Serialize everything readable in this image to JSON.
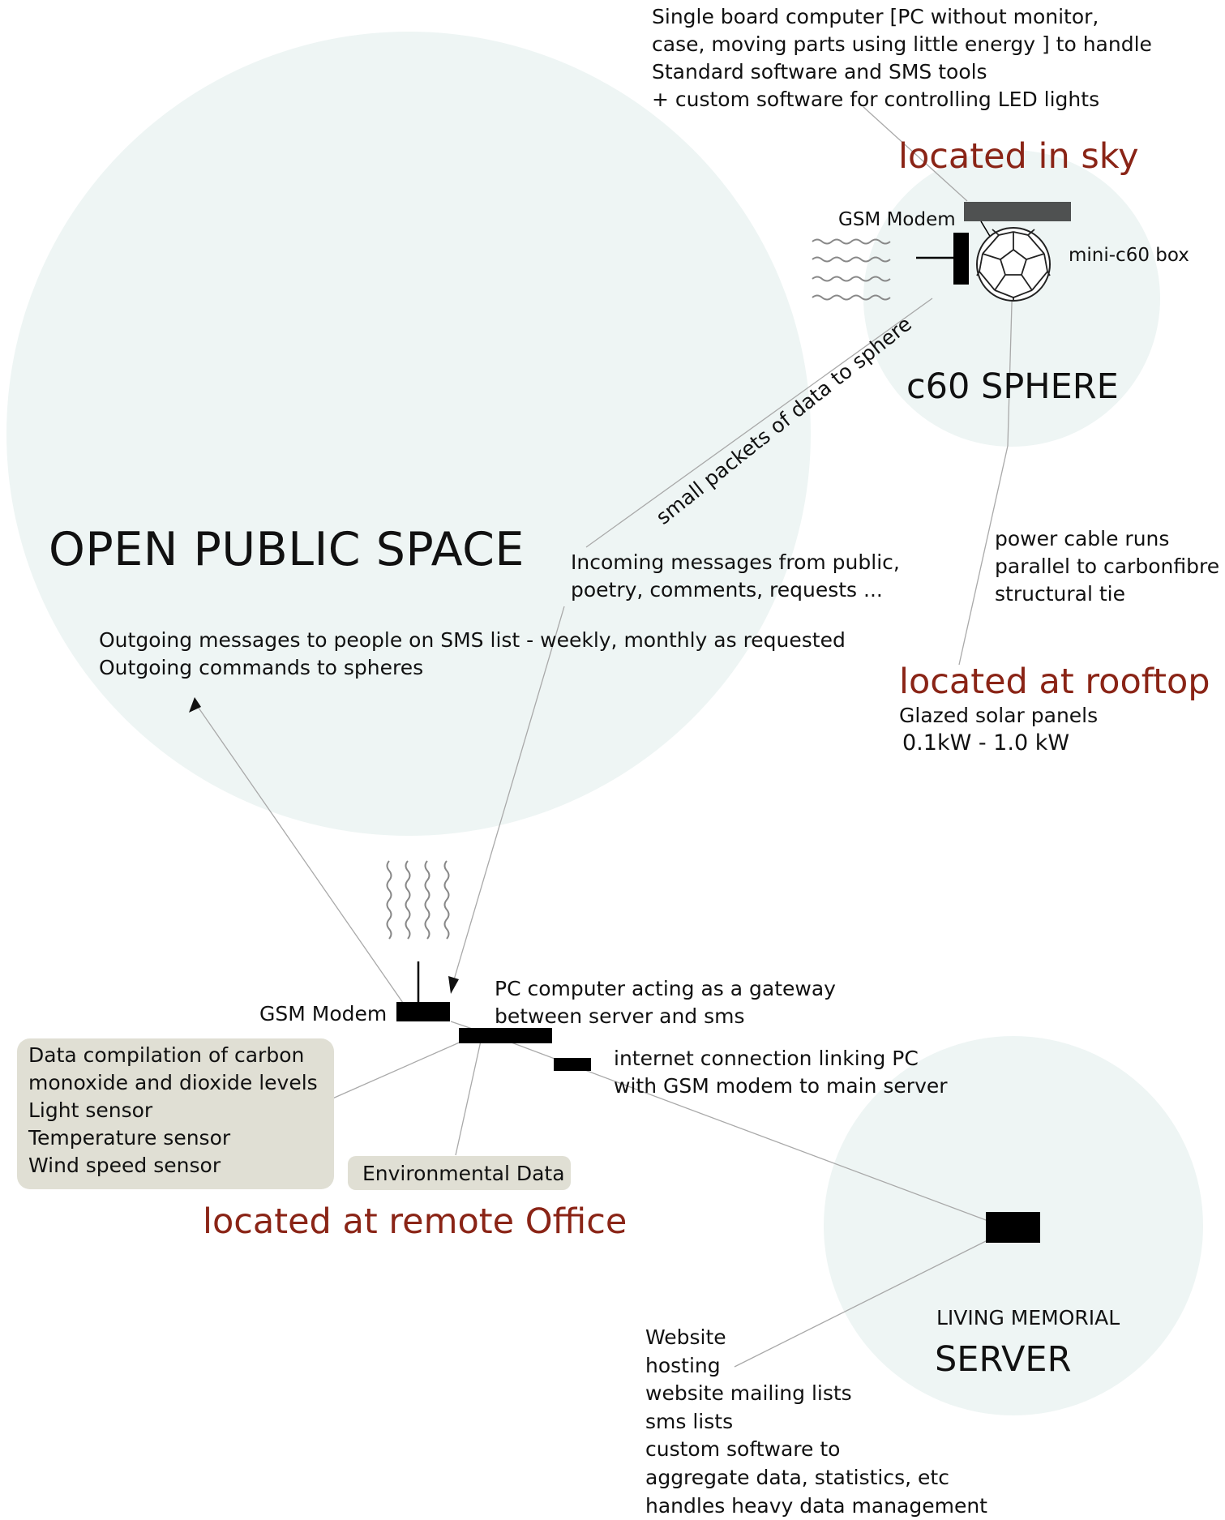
{
  "sky": {
    "sbc_note": "Single board computer  [PC without monitor,\ncase, moving parts using little energy ] to handle\nStandard software and SMS tools\n+ custom software for controlling LED lights",
    "location_label": "located in sky",
    "gsm_modem_label": "GSM Modem",
    "box_label": "mini-c60 box",
    "sphere_label": "c60 SPHERE"
  },
  "public_space": {
    "title": "OPEN PUBLIC SPACE",
    "packets_label": "small packets of data to sphere",
    "incoming_note": "Incoming messages from public,\npoetry, comments, requests ...",
    "outgoing_note": "Outgoing messages to people on SMS list - weekly, monthly as requested\nOutgoing commands to spheres"
  },
  "rooftop": {
    "cable_note": "power cable runs\nparallel to carbonfibre\nstructural tie",
    "location_label": "located at rooftop",
    "panel_label": "Glazed solar panels",
    "power_range": "0.1kW - 1.0 kW"
  },
  "office": {
    "gsm_modem_label": "GSM Modem",
    "pc_note": "PC computer acting as a gateway\nbetween server and sms",
    "internet_note": "internet connection linking PC\nwith GSM modem to main server",
    "sensor_list": "Data compilation of carbon\nmonoxide and dioxide levels\nLight sensor\nTemperature sensor\nWind speed sensor",
    "env_data_label": "Environmental Data",
    "location_label": "located at remote Office"
  },
  "server": {
    "subtitle": "LIVING MEMORIAL",
    "title": "SERVER",
    "functions": "Website\nhosting\nwebsite mailing lists\nsms lists\ncustom software to\naggregate data, statistics, etc\nhandles heavy data management"
  },
  "colors": {
    "circle_fill": "#eef5f4",
    "location_red": "#8a2416",
    "device_black": "#000000",
    "device_grey": "#4f5151",
    "box_fill": "#e0dfd4"
  }
}
